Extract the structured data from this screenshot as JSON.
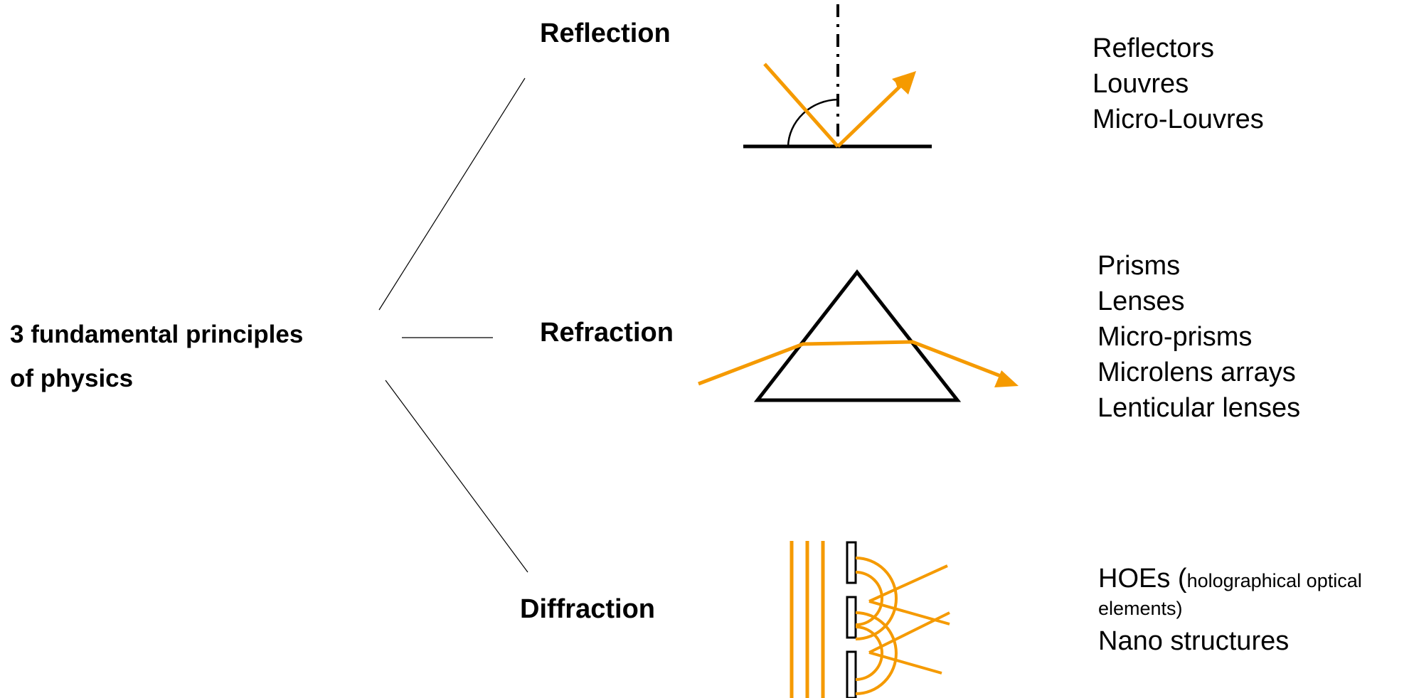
{
  "main": {
    "label_line1": "3 fundamental principles",
    "label_line2": "of physics"
  },
  "principles": [
    {
      "name": "Reflection",
      "applications": [
        "Reflectors",
        "Louvres",
        "Micro-Louvres"
      ]
    },
    {
      "name": "Refraction",
      "applications": [
        "Prisms",
        "Lenses",
        "Micro-prisms",
        "Microlens arrays",
        "Lenticular lenses"
      ]
    },
    {
      "name": "Diffraction",
      "applications_first_prefix": "HOEs (",
      "applications_first_small": "holographical optical",
      "applications_first_cont": "elements)",
      "applications_last": "Nano structures"
    }
  ],
  "colors": {
    "ray": "#F59A00",
    "line": "#000000"
  }
}
